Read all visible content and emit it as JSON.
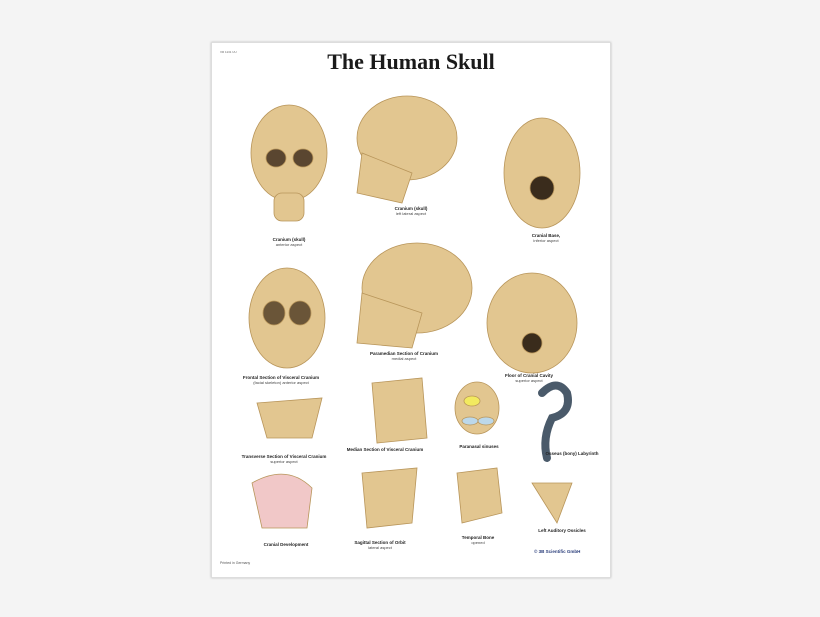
{
  "poster": {
    "code": "VR 1131 UU",
    "title": "The Human Skull",
    "figures": [
      {
        "title": "Cranium (skull)",
        "subtitle": "anterior aspect"
      },
      {
        "title": "Cranium (skull)",
        "subtitle": "left lateral aspect"
      },
      {
        "title": "Cranial Base,",
        "subtitle": "inferior aspect"
      },
      {
        "title": "Frontal Section of Visceral Cranium",
        "subtitle": "(facial skeleton) anterior aspect"
      },
      {
        "title": "Paramedian Section of Cranium",
        "subtitle": "medial aspect"
      },
      {
        "title": "Floor of Cranial Cavity",
        "subtitle": "superior aspect"
      },
      {
        "title": "Transverse Section of Visceral Cranium",
        "subtitle": "superior aspect"
      },
      {
        "title": "Median Section of Visceral Cranium",
        "subtitle": ""
      },
      {
        "title": "Paranasal sinuses",
        "subtitle": ""
      },
      {
        "title": "Osseus (bony) Labyrinth",
        "subtitle": ""
      },
      {
        "title": "Cranial Development",
        "subtitle": ""
      },
      {
        "title": "Sagittal Section of Orbit",
        "subtitle": "lateral aspect"
      },
      {
        "title": "Temporal Bone",
        "subtitle": "opened"
      },
      {
        "title": "Left Auditory Ossicles",
        "subtitle": ""
      }
    ],
    "brand": "© 3B Scientific GmbH",
    "printed": "Printed in Germany",
    "colors": {
      "bone": "#e2c690",
      "bone_dark": "#b8955a",
      "labyrinth": "#4a5a6a"
    }
  }
}
